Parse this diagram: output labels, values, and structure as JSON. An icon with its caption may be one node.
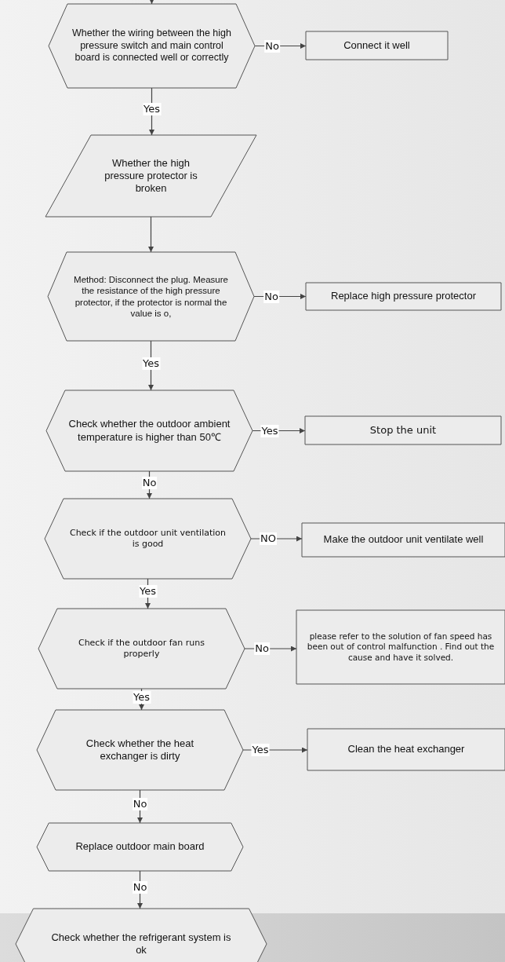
{
  "diagram": {
    "nodes": [
      {
        "text": [
          "Whether the wiring between the high pressure switch and main control board is connected well or correctly"
        ]
      },
      {
        "text": [
          "Connect it well"
        ]
      },
      {
        "text": [
          "Whether the high pressure protector is broken"
        ]
      },
      {
        "text": [
          "Method: Disconnect the plug. Measure the resistance of the high pressure protector, if the protector is normal the value is o,"
        ]
      },
      {
        "text": [
          "Replace high pressure protector"
        ]
      },
      {
        "text": [
          "Check whether the outdoor ambient temperature is higher than 50℃"
        ]
      },
      {
        "text": [
          "Stop the unit"
        ]
      },
      {
        "text": [
          "Check if the outdoor unit ventilation is good"
        ]
      },
      {
        "text": [
          "Make the outdoor unit ventilate well"
        ]
      },
      {
        "text": [
          "Check if the outdoor fan runs properly"
        ]
      },
      {
        "text": [
          "please refer to the solution of fan speed has been out of control malfunction . Find out the cause and have it solved."
        ]
      },
      {
        "text": [
          "Check whether the heat exchanger is dirty"
        ]
      },
      {
        "text": [
          "Clean the heat exchanger"
        ]
      },
      {
        "text": [
          "Replace outdoor main board"
        ]
      },
      {
        "text": [
          "Check whether the refrigerant system is ok"
        ]
      }
    ],
    "edges": [
      {
        "from": null,
        "to": 0,
        "arrow": "to"
      },
      {
        "from": 0,
        "to": 1,
        "arrow": "to",
        "label": "No"
      },
      {
        "from": 0,
        "to": 2,
        "arrow": "to",
        "label": "Yes"
      },
      {
        "from": 2,
        "to": 3,
        "arrow": "to"
      },
      {
        "from": 3,
        "to": 4,
        "arrow": "to",
        "label": "No"
      },
      {
        "from": 3,
        "to": 5,
        "arrow": "to",
        "label": "Yes"
      },
      {
        "from": 5,
        "to": 6,
        "arrow": "to",
        "label": "Yes"
      },
      {
        "from": 5,
        "to": 7,
        "arrow": "to",
        "label": "No"
      },
      {
        "from": 7,
        "to": 8,
        "arrow": "to",
        "label": "NO"
      },
      {
        "from": 7,
        "to": 9,
        "arrow": "to",
        "label": "Yes"
      },
      {
        "from": 9,
        "to": 10,
        "arrow": "to",
        "label": "No"
      },
      {
        "from": 9,
        "to": 11,
        "arrow": "to",
        "label": "Yes"
      },
      {
        "from": 11,
        "to": 12,
        "arrow": "to",
        "label": "Yes"
      },
      {
        "from": 11,
        "to": 13,
        "arrow": "to",
        "label": "No"
      },
      {
        "from": 13,
        "to": 14,
        "arrow": "to",
        "label": "No"
      }
    ]
  }
}
